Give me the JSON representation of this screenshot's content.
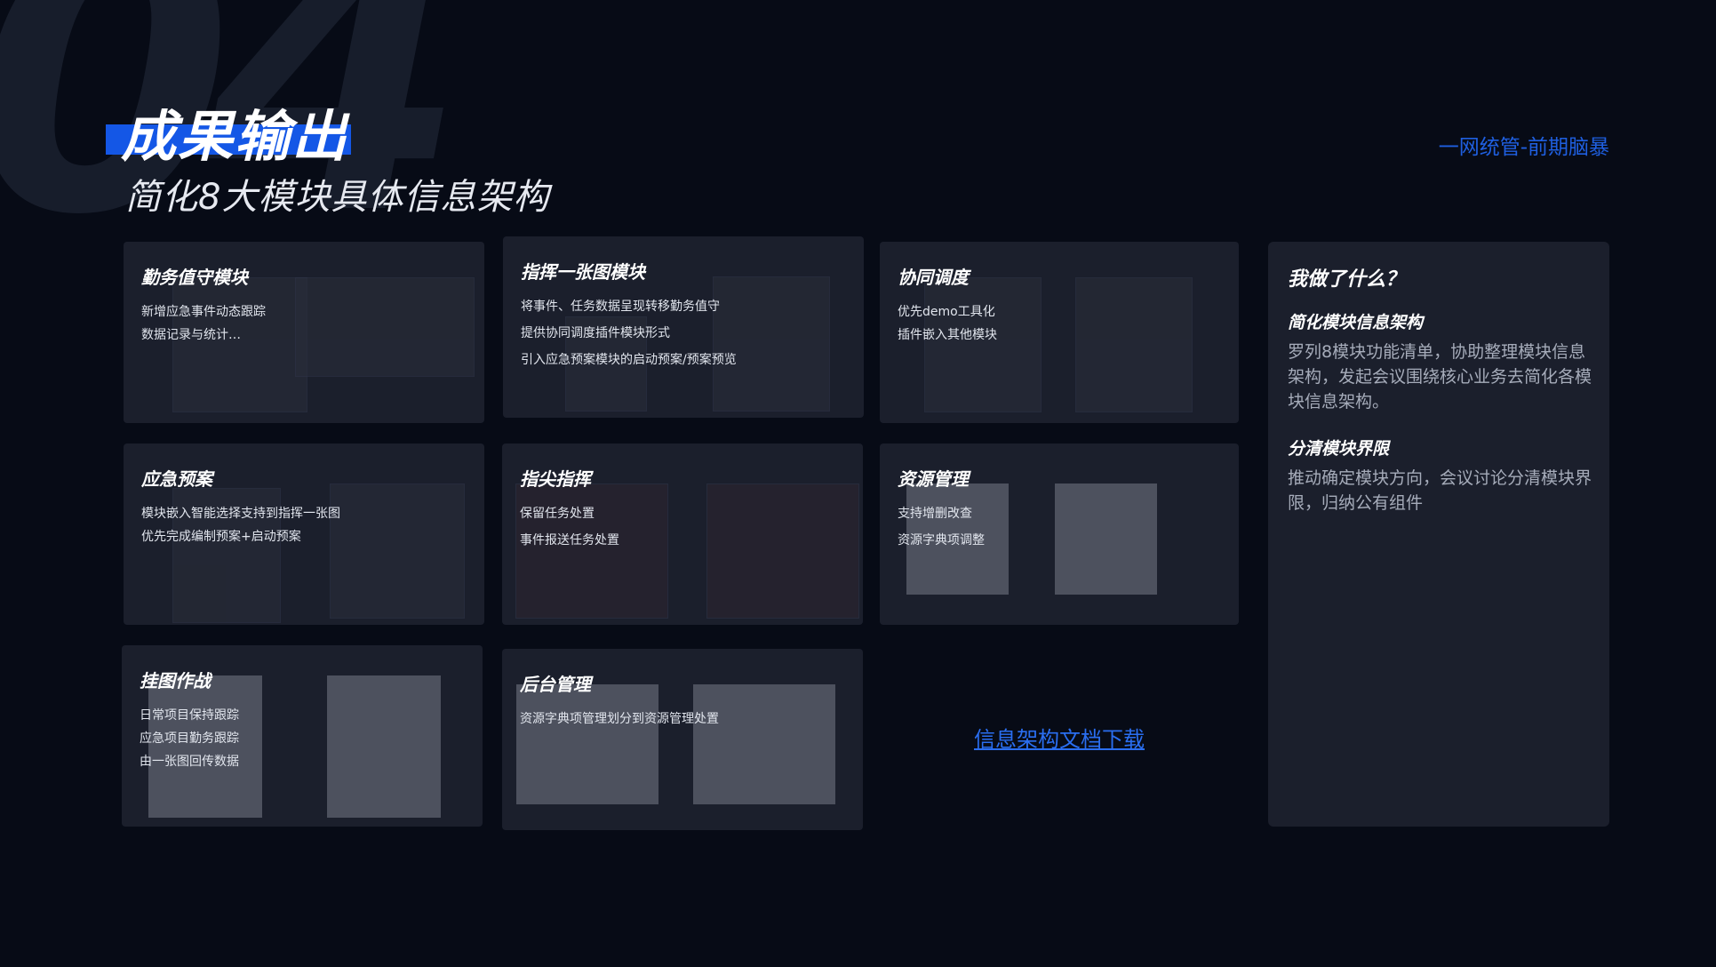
{
  "background_number": "04",
  "header": {
    "title": "成果输出",
    "subtitle": "简化8大模块具体信息架构",
    "top_right_label": "一网统管-前期脑暴"
  },
  "cards": [
    {
      "title": "勤务值守模块",
      "lines": [
        "新增应急事件动态跟踪",
        "数据记录与统计…"
      ]
    },
    {
      "title": "指挥一张图模块",
      "lines": [
        "将事件、任务数据呈现转移勤务值守",
        "提供协同调度插件模块形式",
        "引入应急预案模块的启动预案/预案预览"
      ]
    },
    {
      "title": "协同调度",
      "lines": [
        "优先demo工具化",
        "插件嵌入其他模块"
      ]
    },
    {
      "title": "应急预案",
      "lines": [
        "模块嵌入智能选择支持到指挥一张图",
        "优先完成编制预案+启动预案"
      ]
    },
    {
      "title": "指尖指挥",
      "lines": [
        "保留任务处置",
        "事件报送任务处置"
      ]
    },
    {
      "title": "资源管理",
      "lines": [
        "支持增删改查",
        "资源字典项调整"
      ]
    },
    {
      "title": "挂图作战",
      "lines": [
        "日常项目保持跟踪",
        "应急项目勤务跟踪",
        "由一张图回传数据"
      ]
    },
    {
      "title": "后台管理",
      "lines": [
        "资源字典项管理划分到资源管理处置"
      ]
    }
  ],
  "download_link": "信息架构文档下载",
  "side_panel": {
    "title": "我做了什么？",
    "sections": [
      {
        "heading": "简化模块信息架构",
        "text": "罗列8模块功能清单，协助整理模块信息架构，发起会议围绕核心业务去简化各模块信息架构。"
      },
      {
        "heading": "分清模块界限",
        "text": "推动确定模块方向，会议讨论分清模块界限，归纳公有组件"
      }
    ]
  }
}
